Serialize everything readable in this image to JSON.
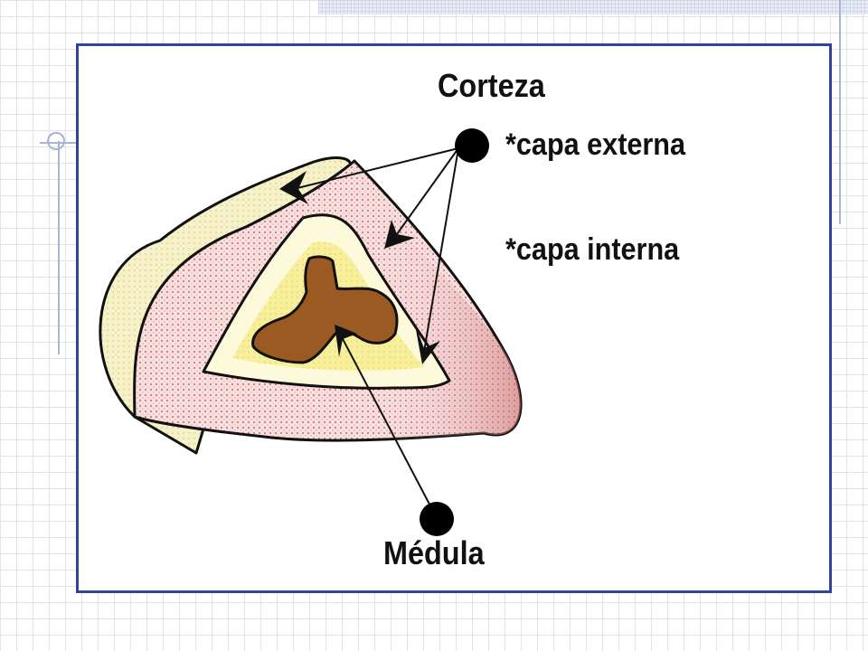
{
  "slide": {
    "figure": {
      "labels": {
        "corteza": "Corteza",
        "capa_externa": "*capa externa",
        "capa_interna": "*capa interna",
        "medula": "Médula"
      }
    }
  },
  "colors": {
    "frame_border": "#34429a",
    "outer_layer_fill": "#f6f1c8",
    "middle_layer_fill": "#f6e0e0",
    "middle_layer_dots": "#d47878",
    "inner_ring_fill": "#fdfadc",
    "inner_core_fill": "#f7ef9a",
    "medulla_fill": "#9b5a22",
    "grid_lines": "#dfe4ef",
    "decor_lines": "#a9b4cf"
  }
}
